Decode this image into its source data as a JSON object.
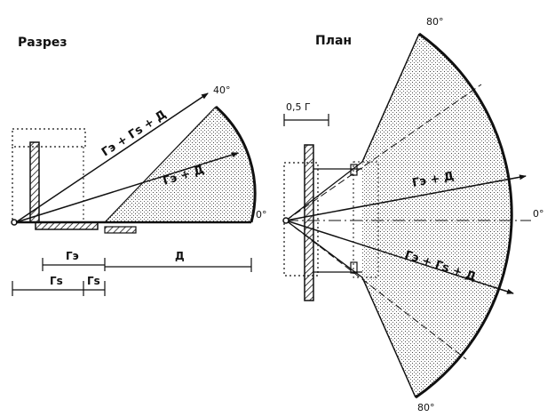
{
  "section": {
    "title": "Разрез",
    "angle_top": "40°",
    "angle_zero": "0°",
    "ray_upper_label": "Гэ + Гs + Д",
    "ray_lower_label": "Гэ + Д",
    "dim_ge": "Гэ",
    "dim_gs": "Гs",
    "dim_gt": "Гs",
    "dim_d": "Д"
  },
  "plan": {
    "title": "План",
    "angle_top": "80°",
    "angle_zero": "0°",
    "angle_bottom": "80°",
    "scale_label": "0,5 Г",
    "ray_mid_label": "Гэ + Д",
    "ray_low_label": "Гэ + Гs + Д"
  }
}
